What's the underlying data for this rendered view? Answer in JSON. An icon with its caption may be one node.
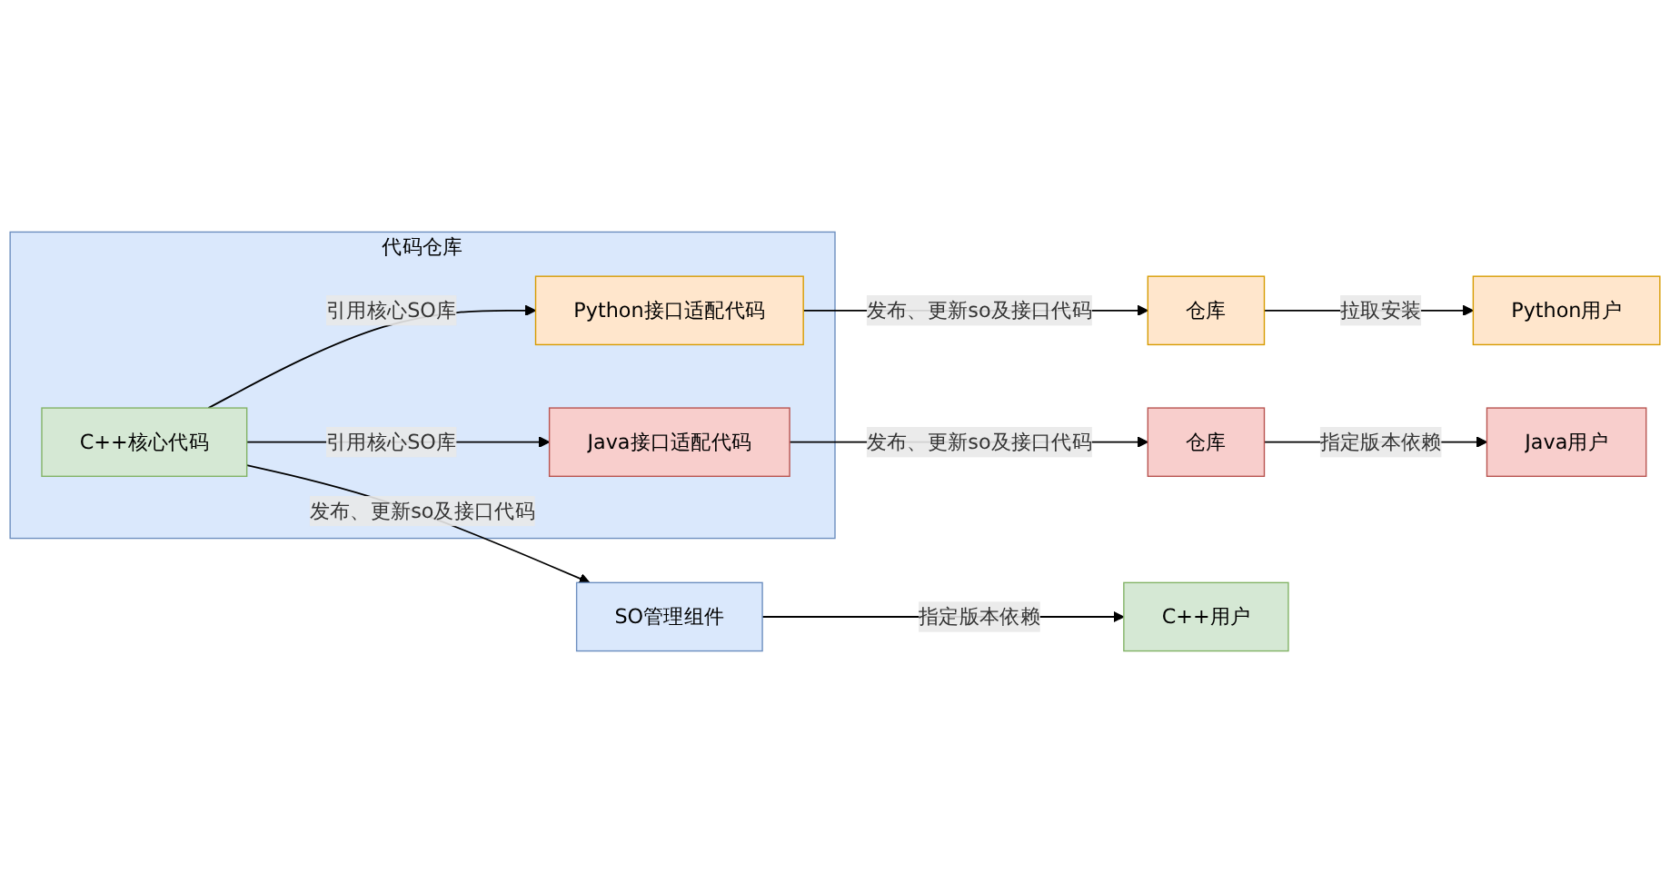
{
  "diagram": {
    "nodes": [
      {
        "text": [
          "代码仓库"
        ]
      },
      {
        "text": [
          "Python接口适配代码"
        ],
        "in": 0
      },
      {
        "text": [
          "C++核心代码"
        ],
        "in": 0
      },
      {
        "text": [
          "Java接口适配代码"
        ],
        "in": 0
      },
      {
        "text": [
          "仓库"
        ]
      },
      {
        "text": [
          "Python用户"
        ]
      },
      {
        "text": [
          "SO管理组件"
        ]
      },
      {
        "text": [
          "C++用户"
        ]
      },
      {
        "text": [
          "仓库"
        ]
      },
      {
        "text": [
          "Java用户"
        ]
      }
    ],
    "edges": [
      {
        "from": 2,
        "to": 1,
        "arrow": "to",
        "label": "引用核心SO库"
      },
      {
        "from": 2,
        "to": 3,
        "arrow": "to",
        "label": "引用核心SO库"
      },
      {
        "from": 1,
        "to": 4,
        "arrow": "to",
        "label": "发布、更新so及接口代码"
      },
      {
        "from": 4,
        "to": 5,
        "arrow": "to",
        "label": "拉取安装"
      },
      {
        "from": 2,
        "to": 6,
        "arrow": "to",
        "label": "发布、更新so及接口代码"
      },
      {
        "from": 6,
        "to": 7,
        "arrow": "to",
        "label": "指定版本依赖"
      },
      {
        "from": 3,
        "to": 8,
        "arrow": "to",
        "label": "发布、更新so及接口代码"
      },
      {
        "from": 8,
        "to": 9,
        "arrow": "to",
        "label": "指定版本依赖"
      }
    ]
  }
}
